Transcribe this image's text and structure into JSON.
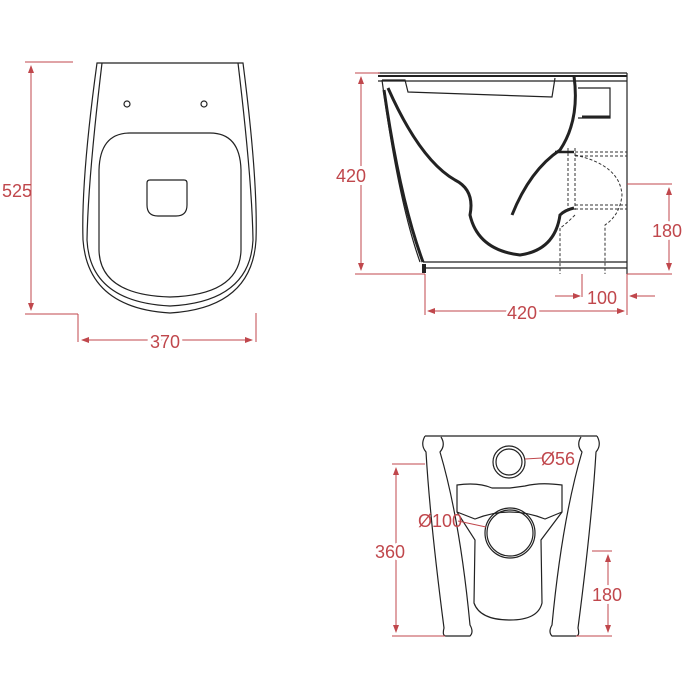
{
  "drawing": {
    "line_color": "#222222",
    "dimension_color": "#c0474c",
    "views": {
      "top_view": {
        "dimensions": {
          "length": "525",
          "width": "370"
        }
      },
      "side_view": {
        "dimensions": {
          "height": "420",
          "depth": "420",
          "outlet_offset": "100",
          "outlet_height": "180"
        }
      },
      "rear_view": {
        "dimensions": {
          "inlet_diameter": "Ø56",
          "outlet_diameter": "Ø100",
          "height": "360",
          "outlet_height": "180"
        }
      }
    }
  }
}
